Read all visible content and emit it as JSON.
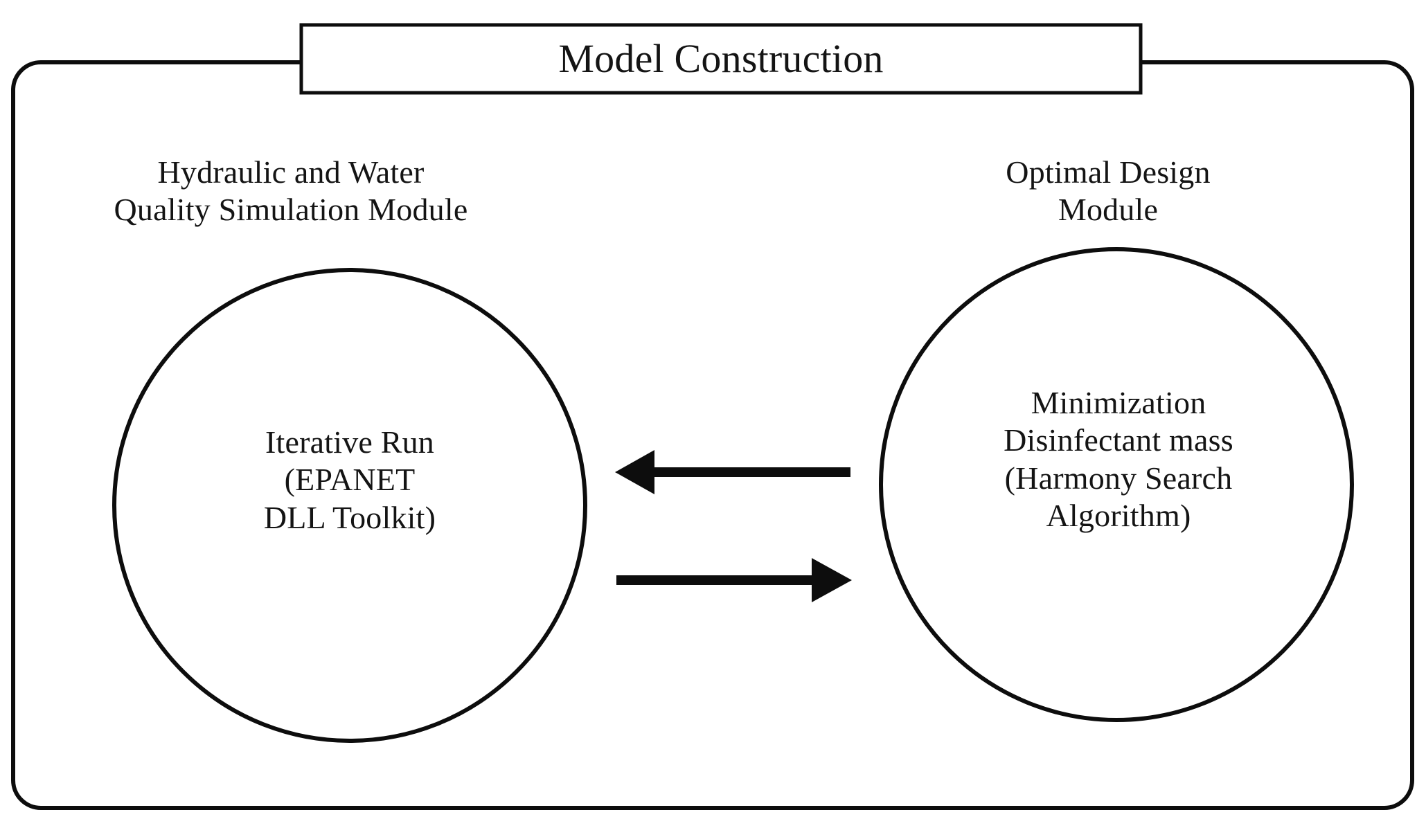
{
  "figure": {
    "kind": "flow-diagram",
    "background_color": "#ffffff",
    "stroke_color": "#000000",
    "text_color": "#141414"
  },
  "header": {
    "title": "Model Construction",
    "box": {
      "fill": "#ffffff",
      "border_color": "#000000"
    }
  },
  "outer_frame": {
    "shape": "rounded-rectangle",
    "border_color": "#000000"
  },
  "modules": [
    {
      "id": "hydraulic-water-quality-simulation",
      "label": "Hydraulic and Water\nQuality Simulation Module",
      "node_shape": "circle",
      "node_text": "Iterative Run\n(EPANET\nDLL Toolkit)"
    },
    {
      "id": "optimal-design",
      "label": "Optimal Design\nModule",
      "node_shape": "circle",
      "node_text": "Minimization\nDisinfectant mass\n(Harmony Search\nAlgorithm)"
    }
  ],
  "connectors": [
    {
      "id": "optimal-design-to-simulation",
      "direction": "left",
      "from": "optimal-design",
      "to": "hydraulic-water-quality-simulation",
      "style": "solid-filled-arrow"
    },
    {
      "id": "simulation-to-optimal-design",
      "direction": "right",
      "from": "hydraulic-water-quality-simulation",
      "to": "optimal-design",
      "style": "solid-filled-arrow"
    }
  ]
}
